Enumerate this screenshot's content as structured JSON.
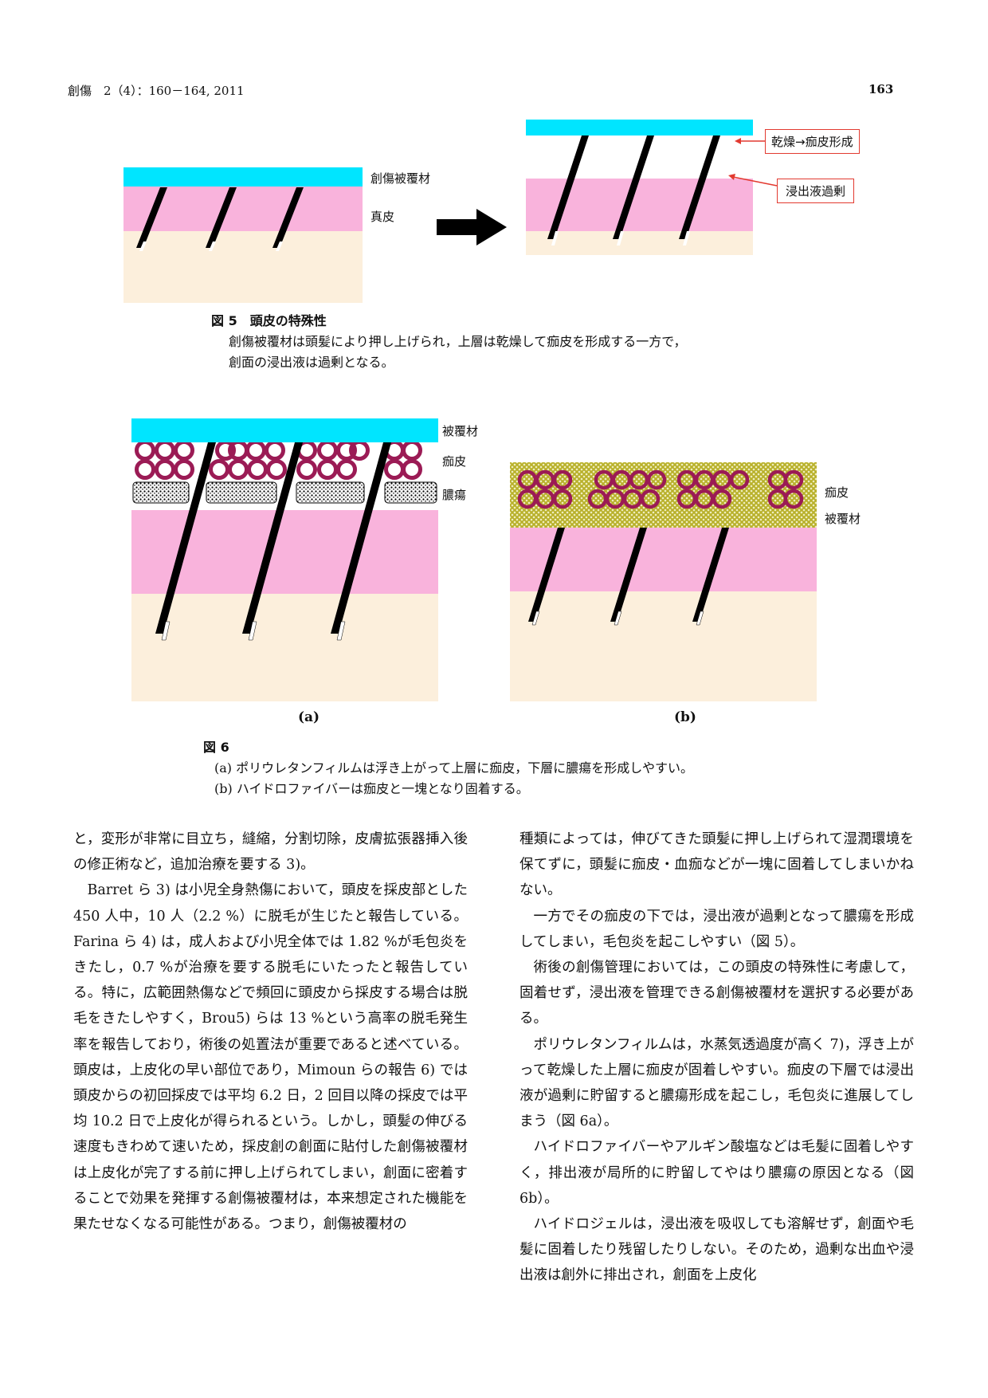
{
  "header": {
    "journal": "創傷　2（4）：160－164, 2011",
    "page": "163"
  },
  "fig5": {
    "labels": {
      "dressing": "創傷被覆材",
      "dermis": "真皮",
      "dry": "乾燥→痂皮形成",
      "exudate": "浸出液過剰"
    },
    "caption_title": "図 5　頭皮の特殊性",
    "caption_lines": [
      "創傷被覆材は頭髪により押し上げられ，上層は乾燥して痂皮を形成する一方で，",
      "創面の浸出液は過剰となる。"
    ]
  },
  "fig6": {
    "labels_a": {
      "dressing": "被覆材",
      "scab": "痂皮",
      "abscess": "膿瘍"
    },
    "labels_b": {
      "scab": "痂皮",
      "dressing": "被覆材"
    },
    "sub_a": "(a)",
    "sub_b": "(b)",
    "caption_title": "図 6",
    "caption_lines": [
      "(a) ポリウレタンフィルムは浮き上がって上層に痂皮，下層に膿瘍を形成しやすい。",
      "(b) ハイドロファイバーは痂皮と一塊となり固着する。"
    ]
  },
  "colors": {
    "dressing": "#00e5ff",
    "dermis": "#f9b3dc",
    "subcutis": "#fcefdc",
    "scab": "#9b1b55",
    "box": "#e23a30"
  },
  "body": {
    "left": [
      "と，変形が非常に目立ち，縫縮，分割切除，皮膚拡張器挿入後の修正術など，追加治療を要する 3)。",
      "Barret ら 3) は小児全身熱傷において，頭皮を採皮部とした 450 人中，10 人（2.2 %）に脱毛が生じたと報告している。Farina ら 4) は，成人および小児全体では 1.82 %が毛包炎をきたし，0.7 %が治療を要する脱毛にいたったと報告している。特に，広範囲熱傷などで頻回に頭皮から採皮する場合は脱毛をきたしやすく，Brou5) らは 13 %という高率の脱毛発生率を報告しており，術後の処置法が重要であると述べている。頭皮は，上皮化の早い部位であり，Mimoun らの報告 6) では頭皮からの初回採皮では平均 6.2 日，2 回目以降の採皮では平均 10.2 日で上皮化が得られるという。しかし，頭髪の伸びる速度もきわめて速いため，採皮創の創面に貼付した創傷被覆材は上皮化が完了する前に押し上げられてしまい，創面に密着することで効果を発揮する創傷被覆材は，本来想定された機能を果たせなくなる可能性がある。つまり，創傷被覆材の"
    ],
    "right": [
      "種類によっては，伸びてきた頭髪に押し上げられて湿潤環境を保てずに，頭髪に痂皮・血痂などが一塊に固着してしまいかねない。",
      "一方でその痂皮の下では，浸出液が過剰となって膿瘍を形成してしまい，毛包炎を起こしやすい（図 5）。",
      "術後の創傷管理においては，この頭皮の特殊性に考慮して，固着せず，浸出液を管理できる創傷被覆材を選択する必要がある。",
      "ポリウレタンフィルムは，水蒸気透過度が高く 7)，浮き上がって乾燥した上層に痂皮が固着しやすい。痂皮の下層では浸出液が過剰に貯留すると膿瘍形成を起こし，毛包炎に進展してしまう（図 6a）。",
      "ハイドロファイバーやアルギン酸塩などは毛髪に固着しやすく，排出液が局所的に貯留してやはり膿瘍の原因となる（図 6b）。",
      "ハイドロジェルは，浸出液を吸収しても溶解せず，創面や毛髪に固着したり残留したりしない。そのため，過剰な出血や浸出液は創外に排出され，創面を上皮化"
    ]
  }
}
